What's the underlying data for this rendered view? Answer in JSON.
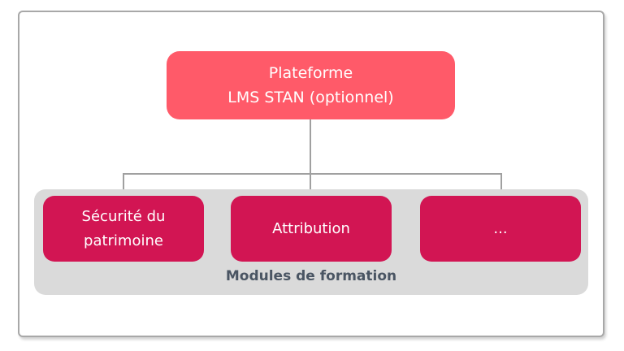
{
  "diagram": {
    "root": {
      "line1": "Plateforme",
      "line2": "LMS STAN (optionnel)"
    },
    "group": {
      "label": "Modules de formation"
    },
    "modules": [
      {
        "line1": "Sécurité du",
        "line2": "patrimoine"
      },
      {
        "line1": "Attribution"
      },
      {
        "line1": "..."
      }
    ]
  },
  "colors": {
    "root_fill": "#ff5a69",
    "module_fill": "#d21553",
    "group_fill": "#dadada",
    "connector": "#a0a0a0",
    "group_label": "#4a5563"
  }
}
